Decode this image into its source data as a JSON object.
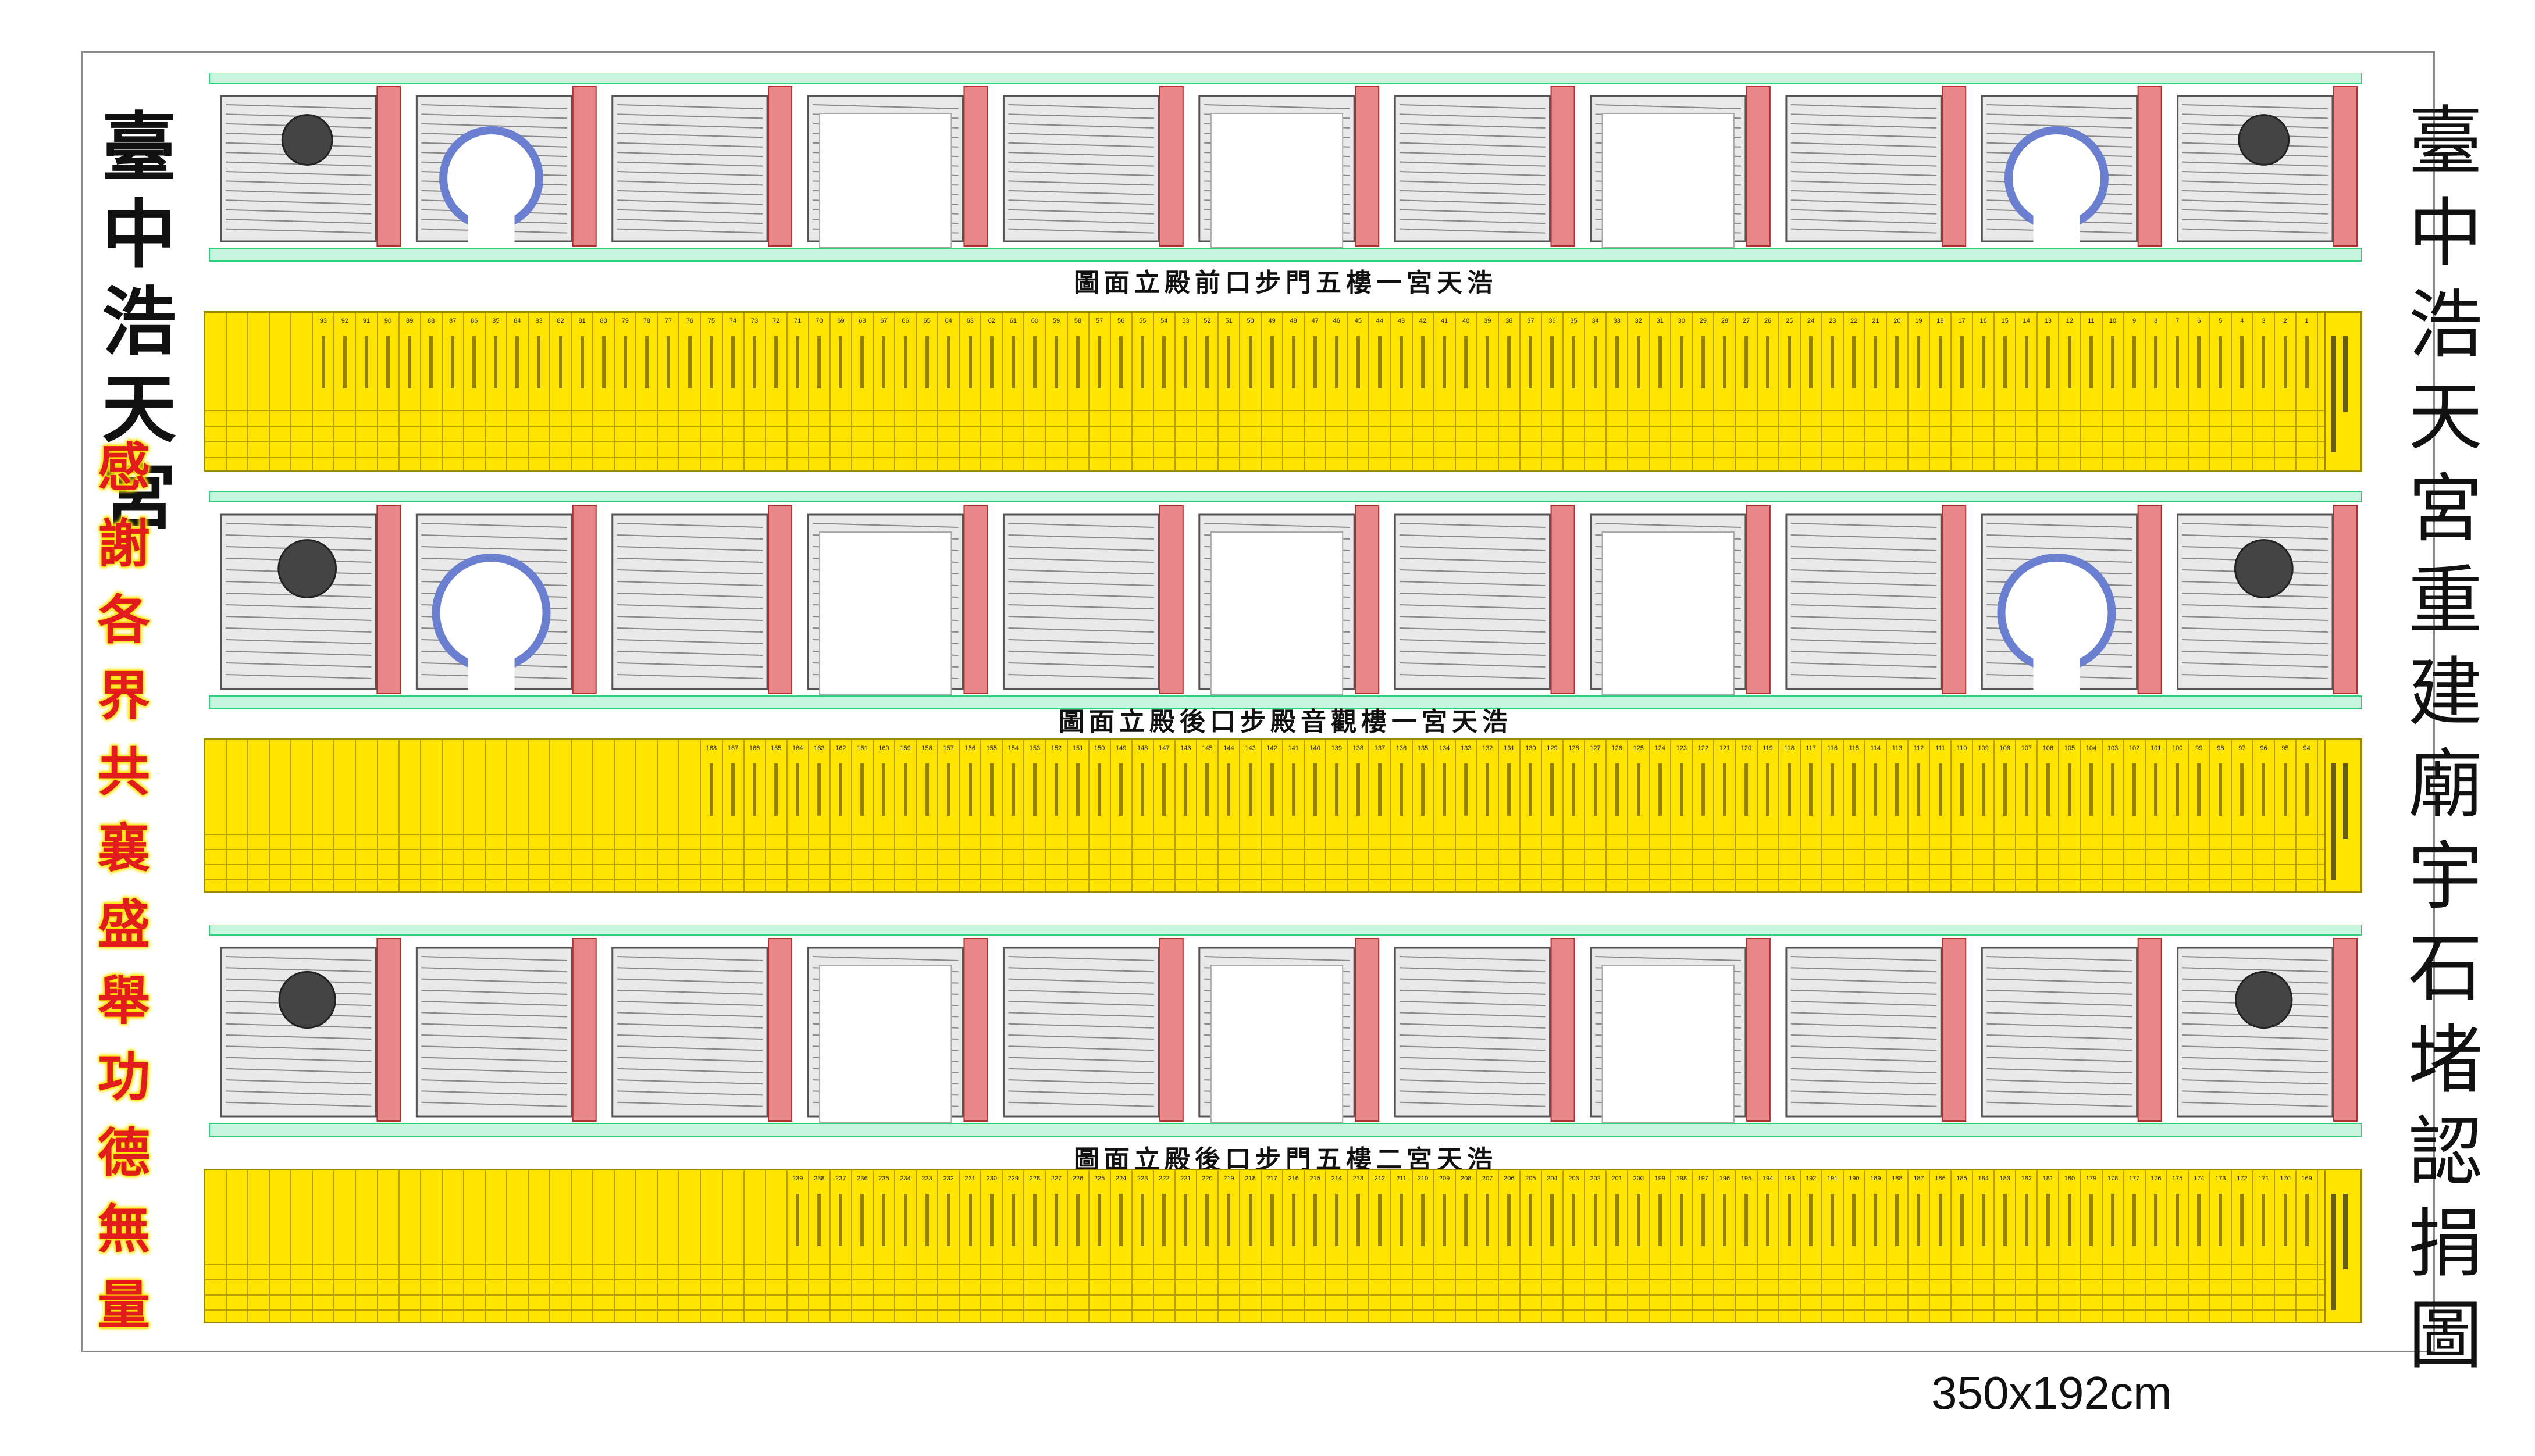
{
  "left_title": [
    "臺",
    "中",
    "浩",
    "天",
    "宮"
  ],
  "left_thanks": [
    "感",
    "謝",
    "各",
    "界",
    "共",
    "襄",
    "盛",
    "舉",
    "功",
    "德",
    "無",
    "量"
  ],
  "right_title": [
    "臺",
    "中",
    "浩",
    "天",
    "宮",
    "重",
    "建",
    "廟",
    "宇",
    "石",
    "堵",
    "認",
    "捐",
    "圖"
  ],
  "size_label": "350x192cm",
  "sections": [
    {
      "caption": "圖面立殿前口步門五樓一宮天浩",
      "num_start": 1,
      "num_end": 93
    },
    {
      "caption": "圖面立殿後口步殿音觀樓一宮天浩",
      "num_start": 94,
      "num_end": 168
    },
    {
      "caption": "圖面立殿後口步門五樓二宮天浩",
      "num_start": 169,
      "num_end": 239
    }
  ],
  "colors": {
    "band": "#ffe400",
    "pillar_red": "#e8878a",
    "ornament_blue": "#6a7fd0",
    "slab_green": "#2fd07a",
    "title_red": "#e21c1c"
  }
}
